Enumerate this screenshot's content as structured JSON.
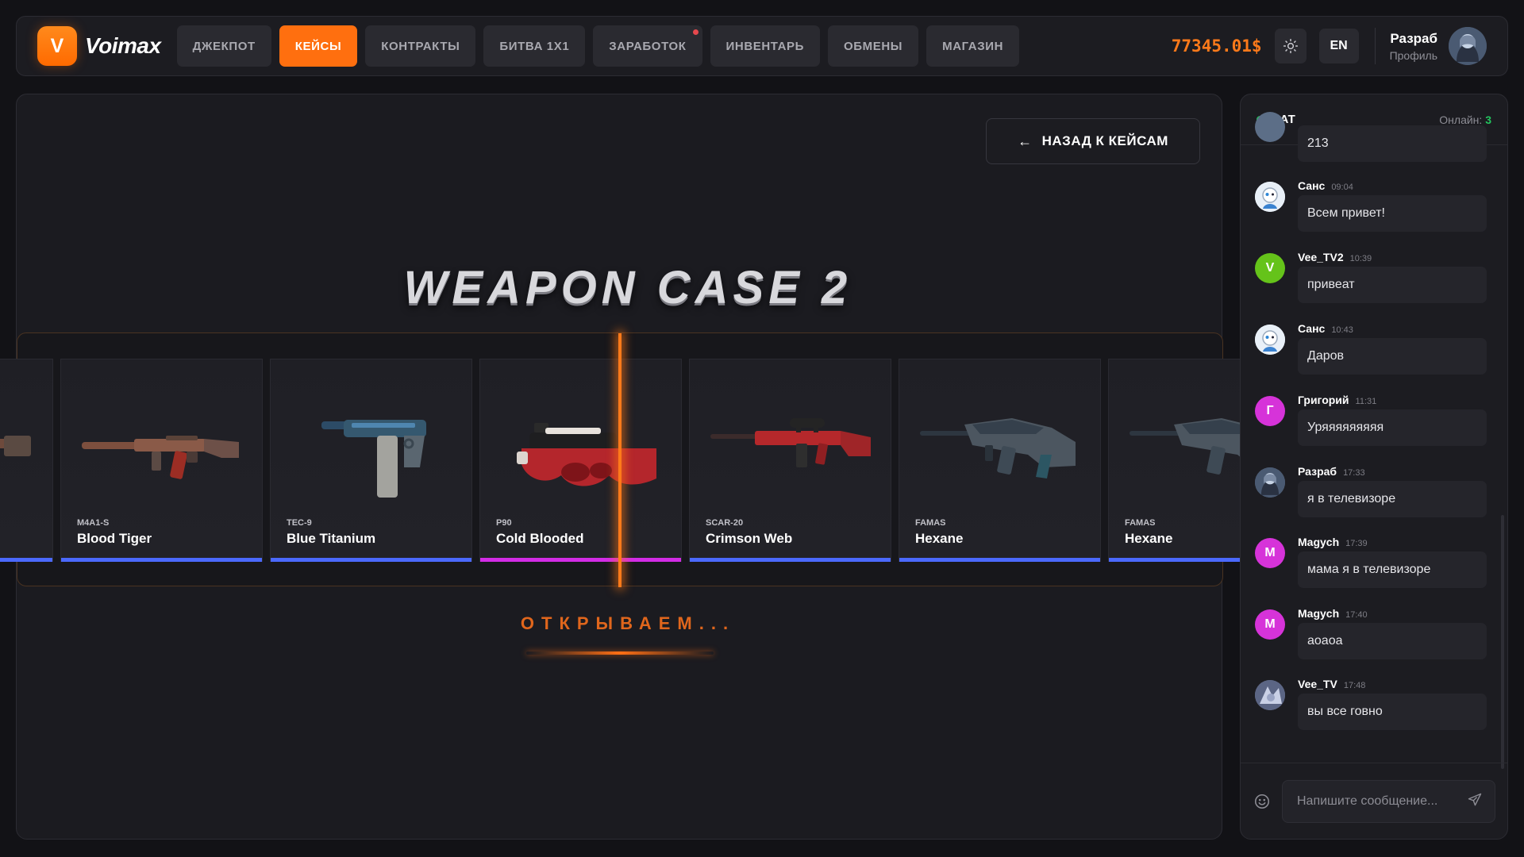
{
  "logo": {
    "mark": "V",
    "text": "Voimax"
  },
  "nav": [
    {
      "label": "ДЖЕКПОТ",
      "active": false
    },
    {
      "label": "КЕЙСЫ",
      "active": true
    },
    {
      "label": "КОНТРАКТЫ",
      "active": false
    },
    {
      "label": "БИТВА 1X1",
      "active": false
    },
    {
      "label": "ЗАРАБОТОК",
      "active": false,
      "badge": true
    },
    {
      "label": "ИНВЕНТАРЬ",
      "active": false
    },
    {
      "label": "ОБМЕНЫ",
      "active": false
    },
    {
      "label": "МАГАЗИН",
      "active": false
    }
  ],
  "header": {
    "balance": "77345.01$",
    "theme_icon": "sun-icon",
    "lang": "EN",
    "profile_name": "Разраб",
    "profile_sub": "Профиль"
  },
  "main": {
    "back_label": "НАЗАД К КЕЙСАМ",
    "case_title": "WEAPON CASE 2",
    "opening_text": "ОТКРЫВАЕМ..."
  },
  "roulette": {
    "items": [
      {
        "type": "",
        "name": "",
        "rarity": "#4b69ff",
        "weapon": "m4"
      },
      {
        "type": "M4A1-S",
        "name": "Blood Tiger",
        "rarity": "#4b69ff",
        "weapon": "m4"
      },
      {
        "type": "TEC-9",
        "name": "Blue Titanium",
        "rarity": "#4b69ff",
        "weapon": "tec9"
      },
      {
        "type": "P90",
        "name": "Cold Blooded",
        "rarity": "#d32ce6",
        "weapon": "p90"
      },
      {
        "type": "SCAR-20",
        "name": "Crimson Web",
        "rarity": "#4b69ff",
        "weapon": "scar"
      },
      {
        "type": "FAMAS",
        "name": "Hexane",
        "rarity": "#4b69ff",
        "weapon": "famas"
      },
      {
        "type": "FAMAS",
        "name": "Hexane",
        "rarity": "#4b69ff",
        "weapon": "famas"
      }
    ]
  },
  "chat": {
    "title": "ЧАТ",
    "online_label": "Онлайн:",
    "online_count": "3",
    "input_placeholder": "Напишите сообщение...",
    "messages": [
      {
        "author": "",
        "time": "",
        "text": "213",
        "avatar": "",
        "avatar_color": "#5c6e87"
      },
      {
        "author": "Санс",
        "time": "09:04",
        "text": "Всем привет!",
        "avatar": "",
        "avatar_color": "#dfe8f5"
      },
      {
        "author": "Vee_TV2",
        "time": "10:39",
        "text": "привеат",
        "avatar": "V",
        "avatar_color": "#65c31a"
      },
      {
        "author": "Санс",
        "time": "10:43",
        "text": "Даров",
        "avatar": "",
        "avatar_color": "#dfe8f5"
      },
      {
        "author": "Григорий",
        "time": "11:31",
        "text": "Уряяяяяяяяя",
        "avatar": "Г",
        "avatar_color": "#d633d9"
      },
      {
        "author": "Разраб",
        "time": "17:33",
        "text": "я в телевизоре",
        "avatar": "",
        "avatar_color": "#5c6e87"
      },
      {
        "author": "Magych",
        "time": "17:39",
        "text": "мама я в телевизоре",
        "avatar": "M",
        "avatar_color": "#d633d9"
      },
      {
        "author": "Magych",
        "time": "17:40",
        "text": "аоаоа",
        "avatar": "M",
        "avatar_color": "#d633d9"
      },
      {
        "author": "Vee_TV",
        "time": "17:48",
        "text": "вы все говно",
        "avatar": "",
        "avatar_color": "#7c86a8"
      }
    ]
  }
}
